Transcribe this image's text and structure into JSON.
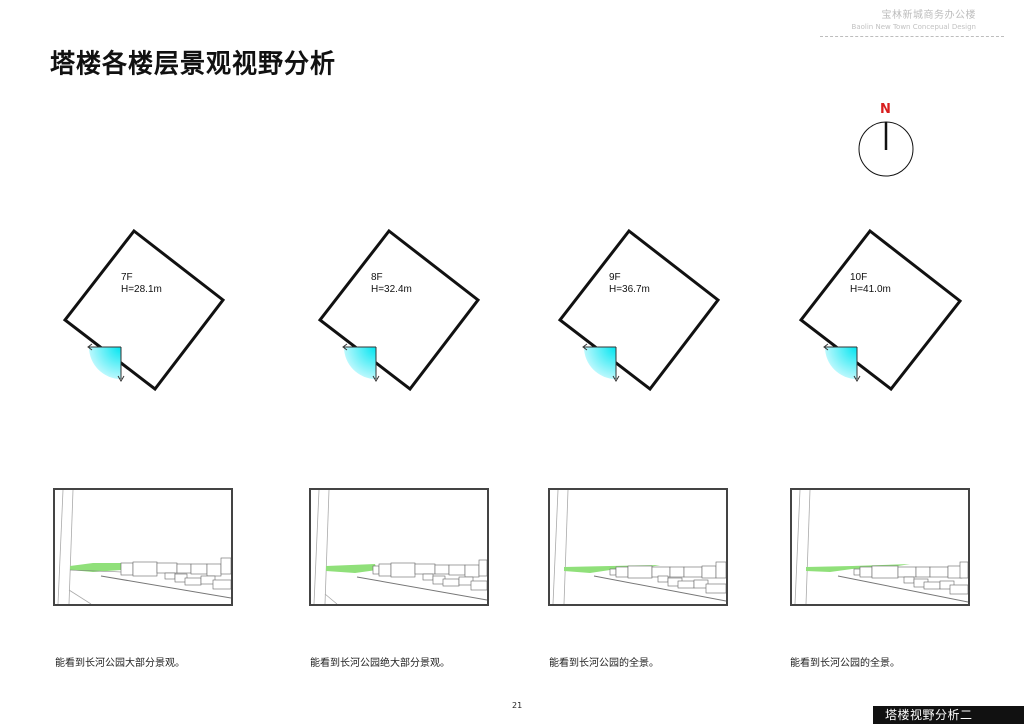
{
  "header": {
    "brand_cn": "宝林新城商务办公楼",
    "brand_en": "Baolin New Town Concepual Design"
  },
  "page_title": "塔楼各楼层景观视野分析",
  "compass": {
    "label": "N",
    "color": "#d81e1e"
  },
  "colors": {
    "view_cone": "#00e5f0",
    "park_green": "#90e07a",
    "outline": "#111111",
    "footer_bg": "#111111"
  },
  "panels": [
    {
      "floor": "7F",
      "height": "H=28.1m",
      "caption": "能看到长河公园大部分景观。"
    },
    {
      "floor": "8F",
      "height": "H=32.4m",
      "caption": "能看到长河公园绝大部分景观。"
    },
    {
      "floor": "9F",
      "height": "H=36.7m",
      "caption": "能看到长河公园的全景。"
    },
    {
      "floor": "10F",
      "height": "H=41.0m",
      "caption": "能看到长河公园的全景。"
    }
  ],
  "footer": {
    "page_number": "21",
    "section_label": "塔楼视野分析二"
  }
}
